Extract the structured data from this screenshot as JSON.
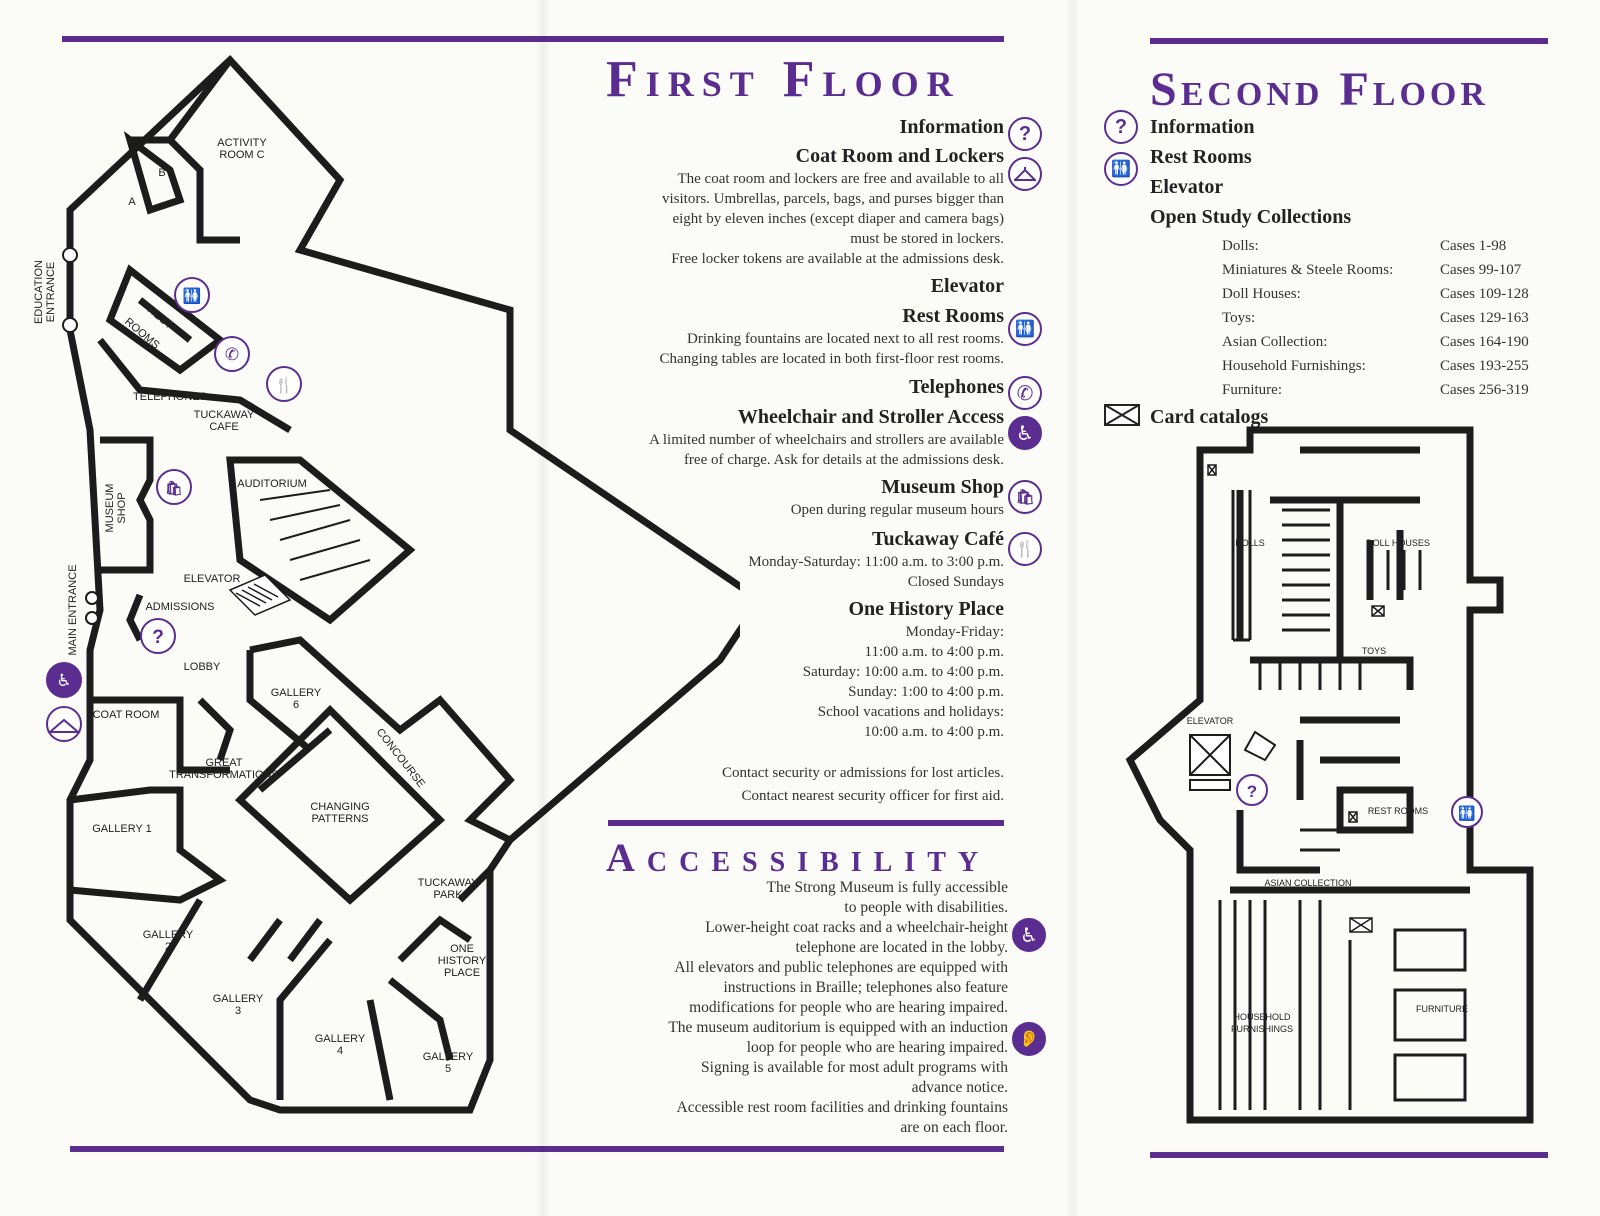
{
  "colors": {
    "accent": "#5b2d91",
    "wall": "#1c1c1c",
    "paper": "#fbfbf8"
  },
  "first_floor": {
    "title": "First Floor",
    "sections": [
      {
        "heading": "Information",
        "icon": "question-icon",
        "text": []
      },
      {
        "heading": "Coat Room and Lockers",
        "icon": "hanger-icon",
        "text": [
          "The coat room and lockers are free and available to all",
          "visitors. Umbrellas, parcels, bags, and purses bigger than",
          "eight by eleven inches (except diaper and camera bags)",
          "must be stored in lockers.",
          "Free locker tokens are available at the admissions desk."
        ]
      },
      {
        "heading": "Elevator",
        "icon": "",
        "text": []
      },
      {
        "heading": "Rest Rooms",
        "icon": "restroom-icon",
        "text": [
          "Drinking fountains are located next to all rest rooms.",
          "Changing tables are located in both first-floor rest rooms."
        ]
      },
      {
        "heading": "Telephones",
        "icon": "telephone-icon",
        "text": []
      },
      {
        "heading": "Wheelchair and Stroller Access",
        "icon": "wheelchair-icon",
        "text": [
          "A limited number of wheelchairs and strollers are available",
          "free of charge. Ask for details at the admissions desk."
        ]
      },
      {
        "heading": "Museum Shop",
        "icon": "shop-bag-icon",
        "text": [
          "Open during regular museum hours"
        ]
      },
      {
        "heading": "Tuckaway Café",
        "icon": "fork-knife-icon",
        "text": [
          "Monday-Saturday: 11:00 a.m. to 3:00 p.m.",
          "Closed Sundays"
        ]
      },
      {
        "heading": "One History Place",
        "icon": "",
        "text": [
          "Monday-Friday:",
          "11:00 a.m. to 4:00 p.m.",
          "Saturday: 10:00 a.m. to 4:00 p.m.",
          "Sunday: 1:00 to 4:00 p.m.",
          "School vacations and holidays:",
          "10:00 a.m. to 4:00 p.m."
        ]
      }
    ],
    "contacts": [
      "Contact security or admissions for lost articles.",
      "Contact nearest security officer for first aid."
    ]
  },
  "accessibility": {
    "title": "Accessibility",
    "lines": [
      "The Strong Museum is fully accessible",
      "to people with disabilities.",
      "Lower-height coat racks and a wheelchair-height",
      "telephone are located in the lobby.",
      "All elevators and public telephones are equipped with",
      "instructions in Braille; telephones also feature",
      "modifications for people who are hearing impaired.",
      "The museum auditorium is equipped with an induction",
      "loop for people who are hearing impaired.",
      "Signing is available for most adult programs with",
      "advance notice.",
      "Accessible rest room facilities and drinking fountains",
      "are on each floor."
    ]
  },
  "second_floor": {
    "title": "Second Floor",
    "items": [
      "Information",
      "Rest Rooms",
      "Elevator",
      "Open Study Collections"
    ],
    "collections": [
      {
        "name": "Dolls:",
        "cases": "Cases 1-98"
      },
      {
        "name": "Miniatures & Steele Rooms:",
        "cases": "Cases 99-107"
      },
      {
        "name": "Doll Houses:",
        "cases": "Cases 109-128"
      },
      {
        "name": "Toys:",
        "cases": "Cases 129-163"
      },
      {
        "name": "Asian Collection:",
        "cases": "Cases 164-190"
      },
      {
        "name": "Household Furnishings:",
        "cases": "Cases 193-255"
      },
      {
        "name": "Furniture:",
        "cases": "Cases 256-319"
      }
    ],
    "card_catalogs": "Card catalogs"
  },
  "map1_labels": {
    "activity_room_c_1": "ACTIVITY",
    "activity_room_c_2": "ROOM C",
    "a": "A",
    "b": "B",
    "education_entrance_1": "EDUCATION",
    "education_entrance_2": "ENTRANCE",
    "rest_1": "REST",
    "rest_2": "ROOMS",
    "telephones": "TELEPHONES",
    "tuckaway_cafe_1": "TUCKAWAY",
    "tuckaway_cafe_2": "CAFE",
    "museum_shop_1": "MUSEUM",
    "museum_shop_2": "SHOP",
    "auditorium": "AUDITORIUM",
    "elevator": "ELEVATOR",
    "admissions": "ADMISSIONS",
    "main_entrance": "MAIN ENTRANCE",
    "lobby": "LOBBY",
    "coat_room": "COAT ROOM",
    "gallery6_1": "GALLERY",
    "gallery6_2": "6",
    "great_1": "GREAT",
    "great_2": "TRANSFORMATIONS",
    "concourse": "CONCOURSE",
    "changing_1": "CHANGING",
    "changing_2": "PATTERNS",
    "gallery1": "GALLERY 1",
    "gallery2_1": "GALLERY",
    "gallery2_2": "2",
    "gallery3_1": "GALLERY",
    "gallery3_2": "3",
    "gallery4_1": "GALLERY",
    "gallery4_2": "4",
    "gallery5_1": "GALLERY",
    "gallery5_2": "5",
    "tuckaway_park_1": "TUCKAWAY",
    "tuckaway_park_2": "PARK",
    "ohp_1": "ONE",
    "ohp_2": "HISTORY",
    "ohp_3": "PLACE"
  },
  "map2_labels": {
    "dolls": "DOLLS",
    "doll_houses": "DOLL HOUSES",
    "toys": "TOYS",
    "elevator": "ELEVATOR",
    "rest_rooms": "REST ROOMS",
    "asian_collection": "ASIAN COLLECTION",
    "household_1": "HOUSEHOLD",
    "household_2": "FURNISHINGS",
    "furniture": "FURNITURE"
  },
  "map_glyphs": {
    "question": "?",
    "phone": "✆",
    "shop": "🛍",
    "restroom": "🚻",
    "fork": "🍴",
    "wheelchair": "♿",
    "hanger": "⌂",
    "ear": "👂"
  }
}
